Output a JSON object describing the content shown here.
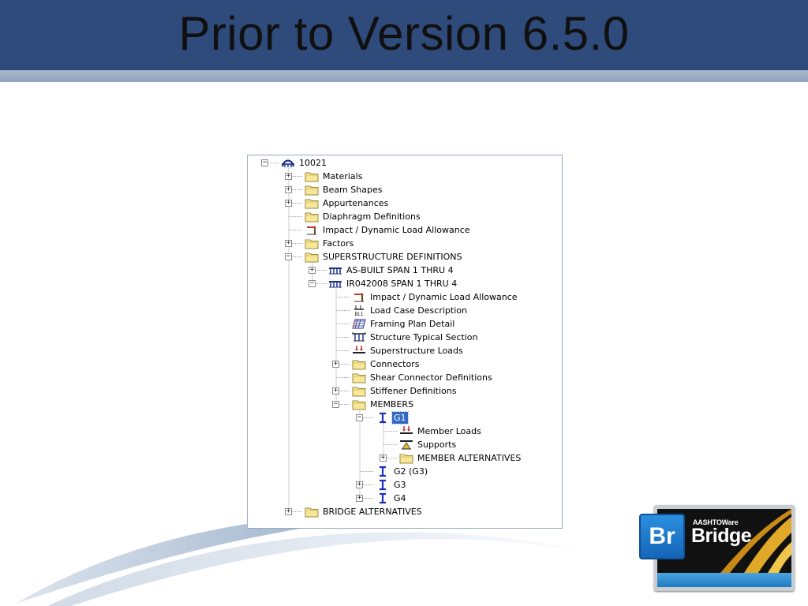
{
  "slide": {
    "title": "Prior to Version 6.5.0"
  },
  "tree": {
    "nodes": [
      {
        "key": "root",
        "label": "10021",
        "icon": "bridge-icon",
        "expander": "minus"
      },
      {
        "key": "materials",
        "label": "Materials",
        "icon": "folder-icon",
        "expander": "plus"
      },
      {
        "key": "beam-shapes",
        "label": "Beam Shapes",
        "icon": "folder-icon",
        "expander": "plus"
      },
      {
        "key": "appurtenances",
        "label": "Appurtenances",
        "icon": "folder-icon",
        "expander": "plus"
      },
      {
        "key": "diaphragm-definitions",
        "label": "Diaphragm Definitions",
        "icon": "folder-icon",
        "expander": "none"
      },
      {
        "key": "impact-allowance",
        "label": "Impact / Dynamic Load Allowance",
        "icon": "impact-icon",
        "expander": "none"
      },
      {
        "key": "factors",
        "label": "Factors",
        "icon": "folder-icon",
        "expander": "plus"
      },
      {
        "key": "superstructure-definitions",
        "label": "SUPERSTRUCTURE DEFINITIONS",
        "icon": "folder-icon",
        "expander": "minus"
      },
      {
        "key": "as-built-span",
        "label": "AS-BUILT SPAN 1 THRU 4",
        "icon": "superstructure-icon",
        "expander": "plus"
      },
      {
        "key": "ir042008-span",
        "label": "IR042008 SPAN 1 THRU 4",
        "icon": "superstructure-icon",
        "expander": "minus"
      },
      {
        "key": "span-impact-allowance",
        "label": "Impact / Dynamic Load Allowance",
        "icon": "impact-icon",
        "expander": "none"
      },
      {
        "key": "load-case-description",
        "label": "Load Case Description",
        "icon": "load-case-icon",
        "expander": "none"
      },
      {
        "key": "framing-plan-detail",
        "label": "Framing Plan Detail",
        "icon": "framing-plan-icon",
        "expander": "none"
      },
      {
        "key": "structure-typical-section",
        "label": "Structure Typical Section",
        "icon": "typical-section-icon",
        "expander": "none"
      },
      {
        "key": "superstructure-loads",
        "label": "Superstructure Loads",
        "icon": "loads-icon",
        "expander": "none"
      },
      {
        "key": "connectors",
        "label": "Connectors",
        "icon": "folder-icon",
        "expander": "plus"
      },
      {
        "key": "shear-connector-definitions",
        "label": "Shear Connector Definitions",
        "icon": "folder-icon",
        "expander": "none"
      },
      {
        "key": "stiffener-definitions",
        "label": "Stiffener Definitions",
        "icon": "folder-icon",
        "expander": "plus"
      },
      {
        "key": "members",
        "label": "MEMBERS",
        "icon": "folder-icon",
        "expander": "minus"
      },
      {
        "key": "g1",
        "label": "G1",
        "icon": "girder-icon",
        "expander": "minus",
        "selected": true
      },
      {
        "key": "member-loads",
        "label": "Member Loads",
        "icon": "loads-icon",
        "expander": "none"
      },
      {
        "key": "supports",
        "label": "Supports",
        "icon": "supports-icon",
        "expander": "none"
      },
      {
        "key": "member-alternatives",
        "label": "MEMBER ALTERNATIVES",
        "icon": "folder-icon",
        "expander": "plus"
      },
      {
        "key": "g2",
        "label": "G2 (G3)",
        "icon": "girder-icon",
        "expander": "none"
      },
      {
        "key": "g3",
        "label": "G3",
        "icon": "girder-icon",
        "expander": "plus"
      },
      {
        "key": "g4",
        "label": "G4",
        "icon": "girder-icon",
        "expander": "plus"
      },
      {
        "key": "bridge-alternatives",
        "label": "BRIDGE ALTERNATIVES",
        "icon": "folder-icon",
        "expander": "plus"
      }
    ]
  },
  "logo": {
    "tile_text": "Br",
    "brand_small": "AASHTOWare",
    "brand_big": "Bridge",
    "tile_color": "#1e7bd0"
  },
  "colors": {
    "header": "#2f4b7c",
    "selection": "#316ac5"
  }
}
